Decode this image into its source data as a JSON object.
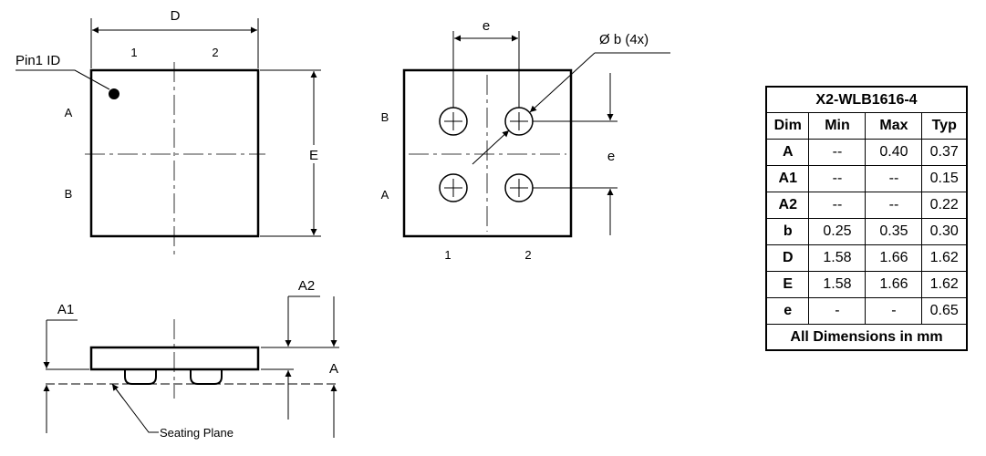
{
  "top_view": {
    "dim_width": "D",
    "dim_height": "E",
    "columns": [
      "1",
      "2"
    ],
    "rows": [
      "A",
      "B"
    ],
    "pin1_label": "Pin1 ID"
  },
  "bottom_view": {
    "pitch_top": "e",
    "pitch_right": "e",
    "ball_label": "Ø b (4x)",
    "rows": [
      "B",
      "A"
    ],
    "columns": [
      "1",
      "2"
    ]
  },
  "side_view": {
    "a1": "A1",
    "a2": "A2",
    "a": "A",
    "seating_plane": "Seating Plane"
  },
  "table": {
    "title": "X2-WLB1616-4",
    "headers": [
      "Dim",
      "Min",
      "Max",
      "Typ"
    ],
    "rows": [
      [
        "A",
        "--",
        "0.40",
        "0.37"
      ],
      [
        "A1",
        "--",
        "--",
        "0.15"
      ],
      [
        "A2",
        "--",
        "--",
        "0.22"
      ],
      [
        "b",
        "0.25",
        "0.35",
        "0.30"
      ],
      [
        "D",
        "1.58",
        "1.66",
        "1.62"
      ],
      [
        "E",
        "1.58",
        "1.66",
        "1.62"
      ],
      [
        "e",
        "-",
        "-",
        "0.65"
      ]
    ],
    "footer": "All Dimensions in mm"
  }
}
